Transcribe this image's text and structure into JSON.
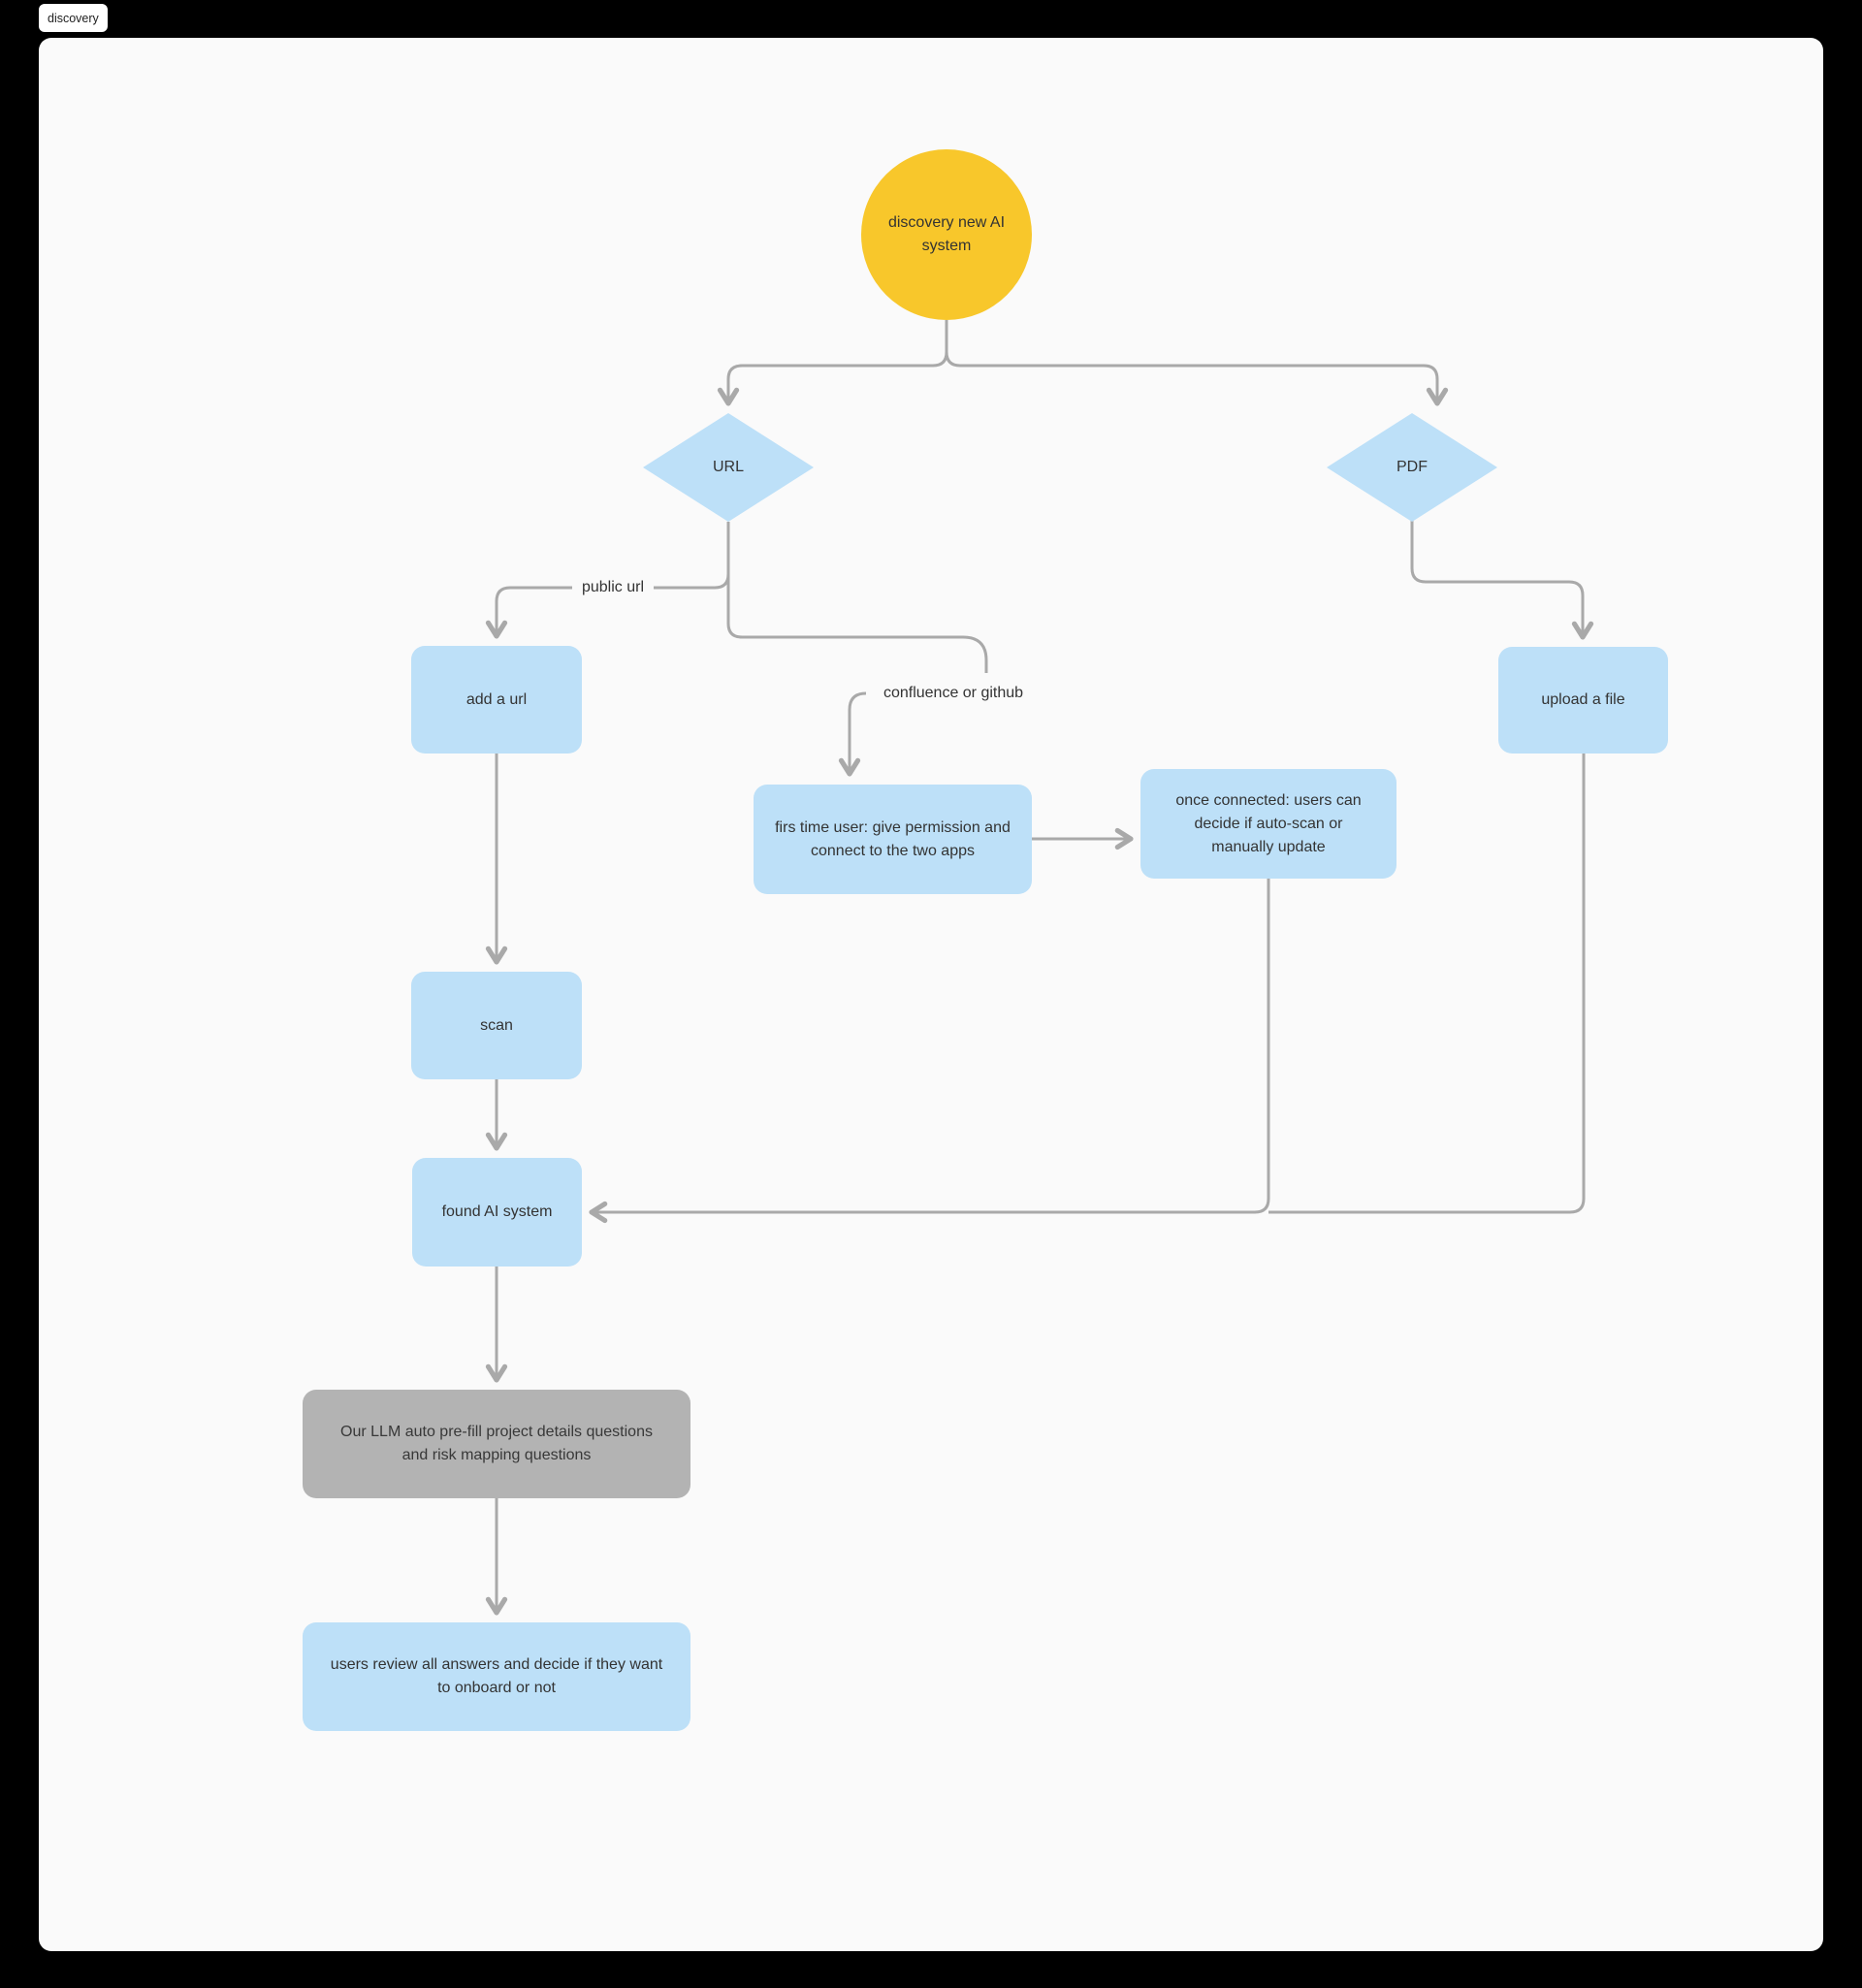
{
  "tab": {
    "label": "discovery"
  },
  "colors": {
    "background": "#000000",
    "canvas": "#FAFAFA",
    "node_blue": "#BDE0F8",
    "node_yellow": "#F8C72B",
    "node_gray": "#B3B3B3",
    "connector": "#A9A9A9",
    "text": "#333333"
  },
  "nodes": {
    "start": {
      "label": "discovery new AI system",
      "shape": "circle"
    },
    "url": {
      "label": "URL",
      "shape": "diamond"
    },
    "pdf": {
      "label": "PDF",
      "shape": "diamond"
    },
    "add_url": {
      "label": "add a url",
      "shape": "rect"
    },
    "upload_file": {
      "label": "upload a file",
      "shape": "rect"
    },
    "first_time": {
      "label": "firs time user: give permission and connect to the two apps",
      "shape": "rect"
    },
    "once_connected": {
      "label": "once connected: users can decide if auto-scan or manually update",
      "shape": "rect"
    },
    "scan": {
      "label": "scan",
      "shape": "rect"
    },
    "found": {
      "label": "found AI system",
      "shape": "rect"
    },
    "llm_prefill": {
      "label": "Our LLM auto pre-fill project details questions and risk mapping questions",
      "shape": "rect-gray"
    },
    "review": {
      "label": "users review all answers and decide if they want to onboard or not",
      "shape": "rect"
    }
  },
  "edge_labels": {
    "public_url": "public url",
    "confluence": "confluence or github"
  }
}
